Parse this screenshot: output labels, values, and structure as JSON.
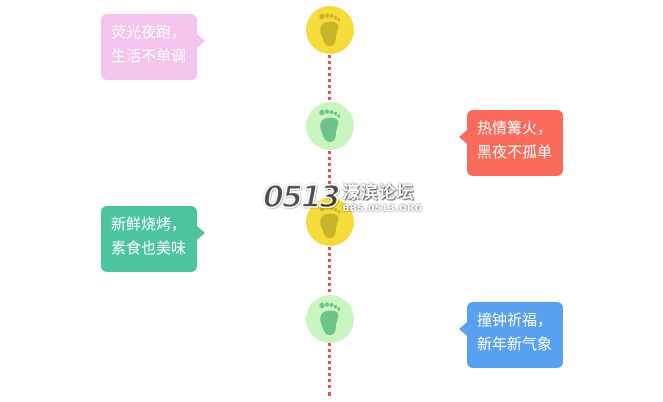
{
  "colors": {
    "line": "#e8524a",
    "node_yellow": "#f6dc3a",
    "foot_yellow": "#c8b42a",
    "node_green": "#c9f5c0",
    "foot_green": "#6dc48a"
  },
  "timeline": {
    "items": [
      {
        "node_color": "yellow",
        "side": "left",
        "color": "#f5c4ec",
        "lines": [
          "荧光夜跑，",
          "生活不单调"
        ]
      },
      {
        "node_color": "green",
        "side": "right",
        "color": "#fa6b5b",
        "lines": [
          "热情篝火，",
          "黑夜不孤单"
        ]
      },
      {
        "node_color": "yellow",
        "side": "left",
        "color": "#4cc4a0",
        "lines": [
          "新鲜烧烤，",
          "素食也美味"
        ]
      },
      {
        "node_color": "green",
        "side": "right",
        "color": "#5aa0f0",
        "lines": [
          "撞钟祈福，",
          "新年新气象"
        ]
      }
    ]
  },
  "watermark": {
    "logo": "0513",
    "title": "濠滨论坛",
    "url": "BBS.0513.ORG"
  },
  "icons": {
    "node": "footprint-icon"
  }
}
